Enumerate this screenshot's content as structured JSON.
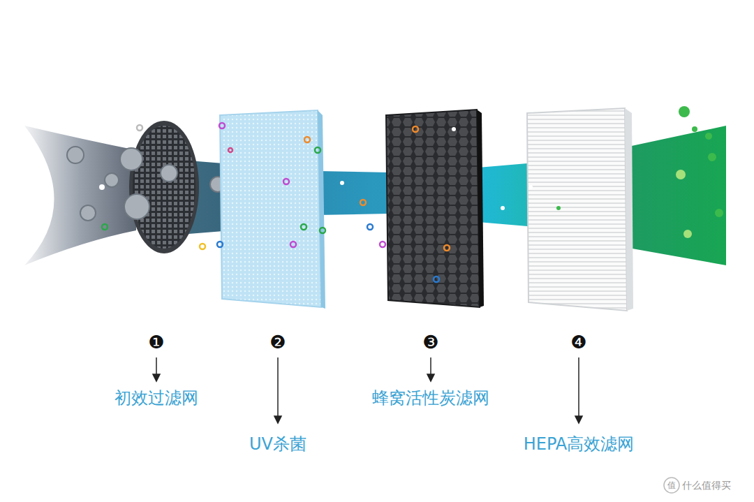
{
  "diagram": {
    "labels": [
      "❶",
      "初效过滤网",
      "❷",
      "UV杀菌",
      "❸",
      "蜂窝活性炭滤网",
      "❹",
      "HEPA高效滤网",
      "值",
      "什么值得买"
    ]
  }
}
